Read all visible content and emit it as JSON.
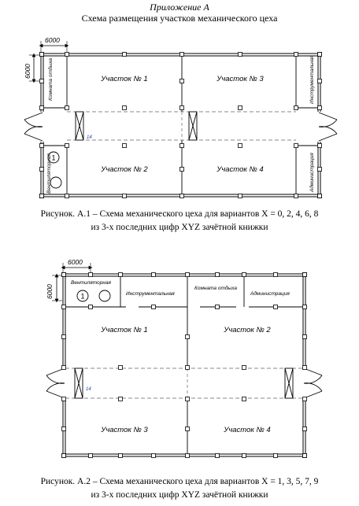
{
  "header": {
    "appendix": "Приложение А",
    "title": "Схема размещения участков механического цеха"
  },
  "figure1": {
    "dimension_width": "6000",
    "dimension_height": "6000",
    "rooms": {
      "rest_room": "Комната отдыха",
      "tool_room": "Инструментальная",
      "ventilation": "Вентиляторная",
      "administration": "Администрация"
    },
    "sections": [
      "Участок № 1",
      "Участок № 3",
      "Участок № 2",
      "Участок № 4"
    ],
    "crane_number": "14",
    "fan_number": "1",
    "caption_line1": "Рисунок. А.1 – Схема механического цеха для вариантов X = 0, 2, 4, 6, 8",
    "caption_line2": "из 3-х последних цифр XYZ зачётной книжки"
  },
  "figure2": {
    "dimension_width": "6000",
    "dimension_height": "6000",
    "rooms": {
      "ventilation": "Вентиляторная",
      "tool_room": "Инструментальная",
      "rest_room": "Комната отдыха",
      "administration": "Администрация"
    },
    "sections": [
      "Участок № 1",
      "Участок № 2",
      "Участок № 3",
      "Участок № 4"
    ],
    "crane_number": "14",
    "fan_number": "1",
    "caption_line1": "Рисунок. А.2 – Схема механического цеха для вариантов X = 1, 3, 5, 7, 9",
    "caption_line2": "из 3-х последних цифр XYZ зачётной книжки"
  }
}
